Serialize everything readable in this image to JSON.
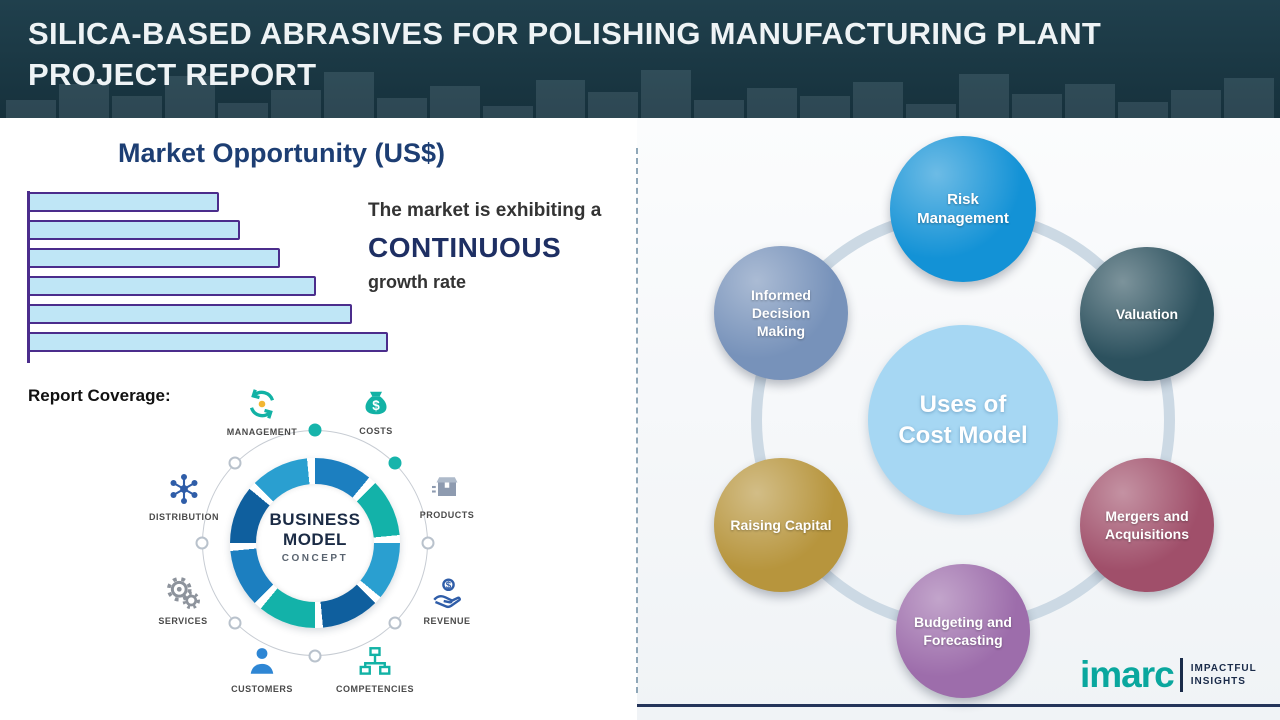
{
  "header": {
    "title": "SILICA-BASED ABRASIVES FOR POLISHING MANUFACTURING PLANT PROJECT REPORT"
  },
  "market": {
    "title": "Market Opportunity (US$)",
    "line1": "The market is exhibiting a",
    "emphasis": "CONTINUOUS",
    "line2": "growth rate",
    "report_coverage_label": "Report Coverage:"
  },
  "chart_data": {
    "type": "bar",
    "orientation": "horizontal",
    "title": "Market Opportunity (US$)",
    "values": [
      53,
      59,
      70,
      80,
      90,
      100
    ],
    "value_scale": "relative bar length, percent of longest bar (bars carry no labels in source)",
    "xlim": [
      0,
      100
    ],
    "bar_fill": "#bfe6f6",
    "bar_border": "#4b2d8c",
    "annotation": [
      "The market is exhibiting a",
      "CONTINUOUS",
      "growth rate"
    ]
  },
  "business_model": {
    "center": {
      "line1": "BUSINESS",
      "line2": "MODEL",
      "line3": "CONCEPT"
    },
    "items": [
      {
        "label": "MANAGEMENT",
        "icon": "management-cycle-icon"
      },
      {
        "label": "COSTS",
        "icon": "money-bag-icon"
      },
      {
        "label": "DISTRIBUTION",
        "icon": "network-icon"
      },
      {
        "label": "PRODUCTS",
        "icon": "product-box-icon"
      },
      {
        "label": "SERVICES",
        "icon": "gears-icon"
      },
      {
        "label": "REVENUE",
        "icon": "hand-coin-icon"
      },
      {
        "label": "CUSTOMERS",
        "icon": "customer-person-icon"
      },
      {
        "label": "COMPETENCIES",
        "icon": "org-chart-icon"
      }
    ]
  },
  "cost_model": {
    "center_label": "Uses of Cost Model",
    "center_color": "#a6d7f3",
    "nodes": [
      {
        "label": "Risk Management",
        "color": "#1392d6"
      },
      {
        "label": "Valuation",
        "color": "#2c515e"
      },
      {
        "label": "Mergers and Acquisitions",
        "color": "#a04f6a"
      },
      {
        "label": "Budgeting and Forecasting",
        "color": "#9d6dab"
      },
      {
        "label": "Raising Capital",
        "color": "#b7953d"
      },
      {
        "label": "Informed Decision Making",
        "color": "#7792ba"
      }
    ]
  },
  "brand": {
    "logo": "imarc",
    "tagline_line1": "IMPACTFUL",
    "tagline_line2": "INSIGHTS",
    "logo_color": "#0aa79e"
  }
}
